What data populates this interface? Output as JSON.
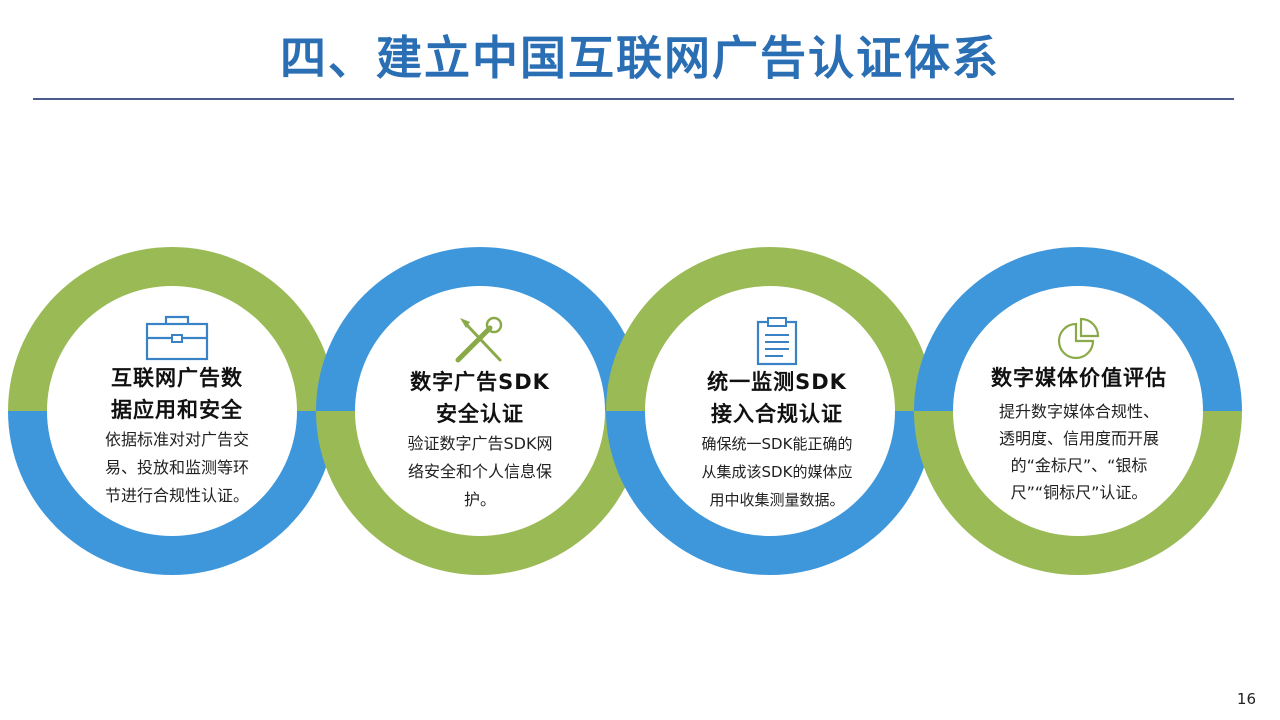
{
  "slide": {
    "title": "四、建立中国互联网广告认证体系",
    "page_number": "16"
  },
  "colors": {
    "green": "#9aba56",
    "blue": "#3f97db",
    "title": "#2a6eb4",
    "icon": "#3a82c6",
    "icon_green": "#8aaa4a"
  },
  "cards": [
    {
      "icon": "toolbox-icon",
      "title_lines": [
        "互联网广告数",
        "据应用和安全"
      ],
      "desc_lines": [
        "依据标准对对广告交",
        "易、投放和监测等环",
        "节进行合规性认证。"
      ]
    },
    {
      "icon": "tools-icon",
      "title_lines": [
        "数字广告SDK",
        "安全认证"
      ],
      "desc_lines": [
        "验证数字广告SDK网",
        "络安全和个人信息保",
        "护。"
      ]
    },
    {
      "icon": "clipboard-icon",
      "title_lines": [
        "统一监测SDK",
        "接入合规认证"
      ],
      "desc_lines": [
        "确保统一SDK能正确的",
        "从集成该SDK的媒体应",
        "用中收集测量数据。"
      ]
    },
    {
      "icon": "pie-chart-icon",
      "title_lines": [
        "数字媒体价值评估"
      ],
      "desc_lines": [
        "提升数字媒体合规性、",
        "透明度、信用度而开展",
        "的“金标尺”、“银标",
        "尺”“铜标尺”认证。"
      ]
    }
  ]
}
